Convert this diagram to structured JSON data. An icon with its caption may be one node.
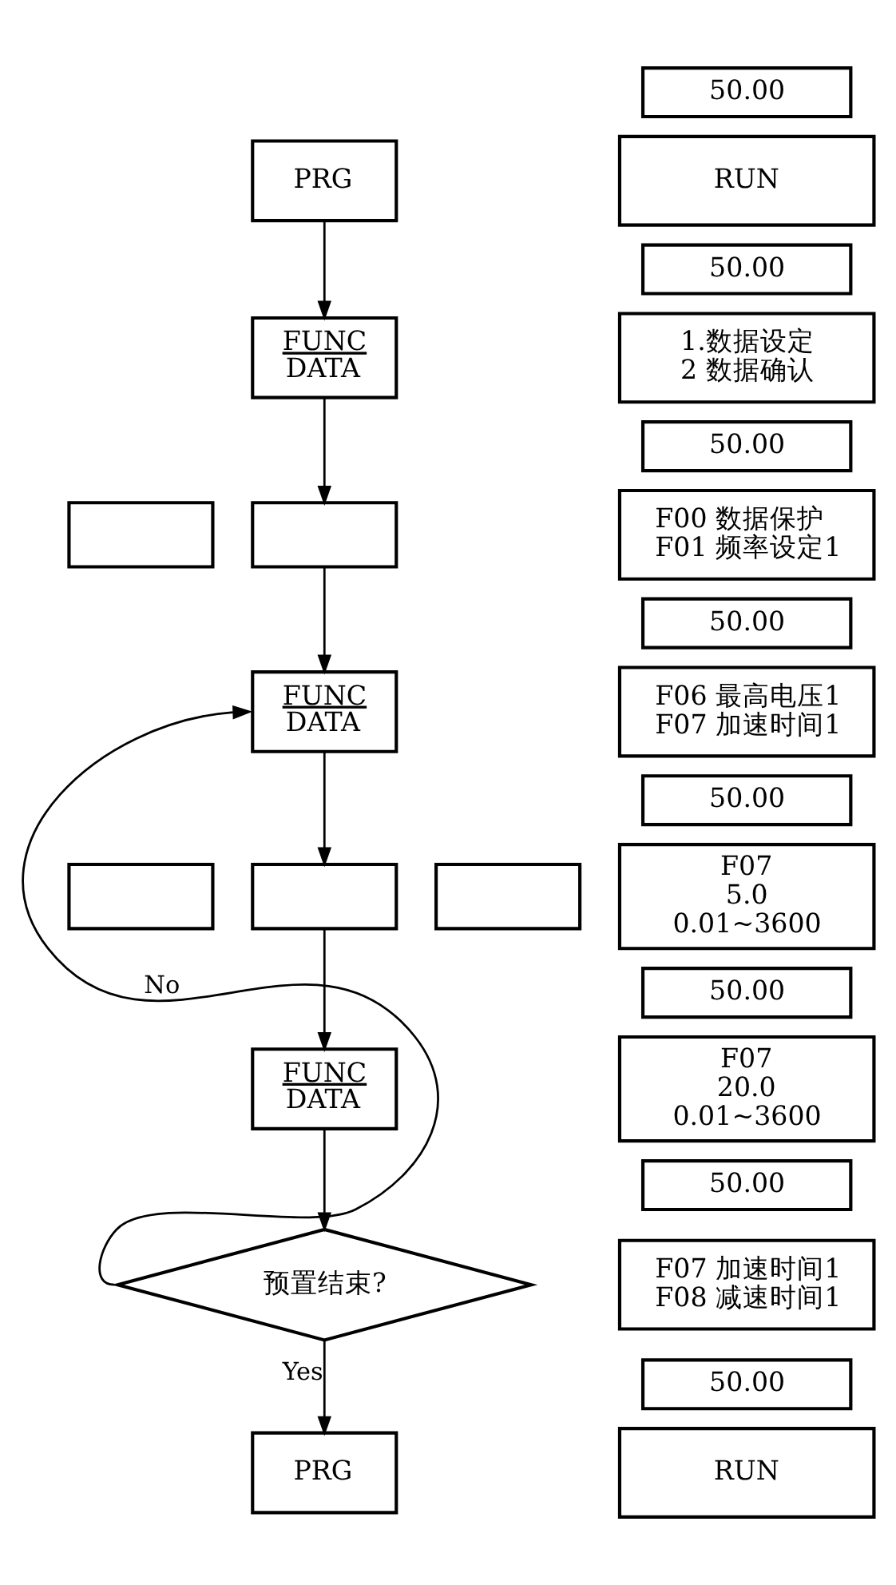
{
  "diagram": {
    "nodes": [
      {
        "text": [
          "PRG"
        ]
      },
      {
        "text": [
          "FUNC",
          "DATA"
        ]
      },
      {
        "text": [],
        "shape": "box"
      },
      {
        "text": [],
        "shape": "box"
      },
      {
        "text": [
          "FUNC",
          "DATA"
        ]
      },
      {
        "text": [],
        "shape": "box"
      },
      {
        "text": [],
        "shape": "box"
      },
      {
        "text": [],
        "shape": "box"
      },
      {
        "text": [
          "FUNC",
          "DATA"
        ]
      },
      {
        "text": [
          "预置结束?"
        ]
      },
      {
        "text": [
          "PRG"
        ]
      },
      {
        "text": [
          "50.00"
        ]
      },
      {
        "text": [
          "RUN"
        ]
      },
      {
        "text": [
          "50.00"
        ]
      },
      {
        "text": [
          "1.数据设定",
          "2 数据确认"
        ]
      },
      {
        "text": [
          "50.00"
        ]
      },
      {
        "text": [
          "F00 数据保护",
          "F01 频率设定1"
        ]
      },
      {
        "text": [
          "50.00"
        ]
      },
      {
        "text": [
          "F06 最高电压1",
          "F07 加速时间1"
        ]
      },
      {
        "text": [
          "50.00"
        ]
      },
      {
        "text": [
          "F07",
          "5.0",
          "0.01~3600"
        ]
      },
      {
        "text": [
          "50.00"
        ]
      },
      {
        "text": [
          "F07",
          "20.0",
          "0.01~3600"
        ]
      },
      {
        "text": [
          "50.00"
        ]
      },
      {
        "text": [
          "F07 加速时间1",
          "F08 减速时间1"
        ]
      },
      {
        "text": [
          "50.00"
        ]
      },
      {
        "text": [
          "RUN"
        ]
      }
    ],
    "edges": [
      {
        "from": 0,
        "to": 1,
        "arrow": "to"
      },
      {
        "from": 1,
        "to": 3,
        "arrow": "to"
      },
      {
        "from": 3,
        "to": 4,
        "arrow": "to"
      },
      {
        "from": 9,
        "to": 4,
        "arrow": "to",
        "label": "No"
      },
      {
        "from": 4,
        "to": 6,
        "arrow": "to"
      },
      {
        "from": 6,
        "to": 8,
        "arrow": "to"
      },
      {
        "from": 8,
        "to": 9,
        "arrow": "to"
      },
      {
        "from": 9,
        "to": 10,
        "arrow": "to",
        "label": "Yes"
      }
    ]
  }
}
